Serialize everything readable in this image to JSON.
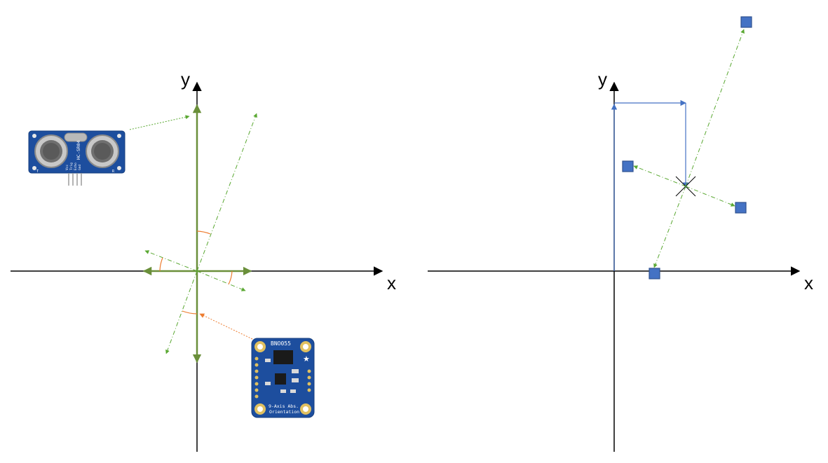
{
  "left_diagram": {
    "x_label": "x",
    "y_label": "y",
    "ultrasonic_sensor": {
      "model_text": "HC-SR04",
      "pin_labels": [
        "Vcc",
        "Trig",
        "Echo",
        "Gnd"
      ],
      "side_labels": [
        "T",
        "R"
      ]
    },
    "imu_board": {
      "chip_label": "BNO055",
      "caption_line1": "9-Axis Abs.",
      "caption_line2": "Orientation"
    }
  },
  "right_diagram": {
    "x_label": "x",
    "y_label": "y"
  },
  "colors": {
    "axis": "#000000",
    "sensor_frame": "#6a8f3a",
    "dashed_vectors": "#5aa832",
    "imu_pointer": "#ed7d31",
    "angle_arcs": "#ed7d31",
    "path": "#4472c4",
    "markers": "#4472c4",
    "board_blue": "#1d4e9e"
  }
}
